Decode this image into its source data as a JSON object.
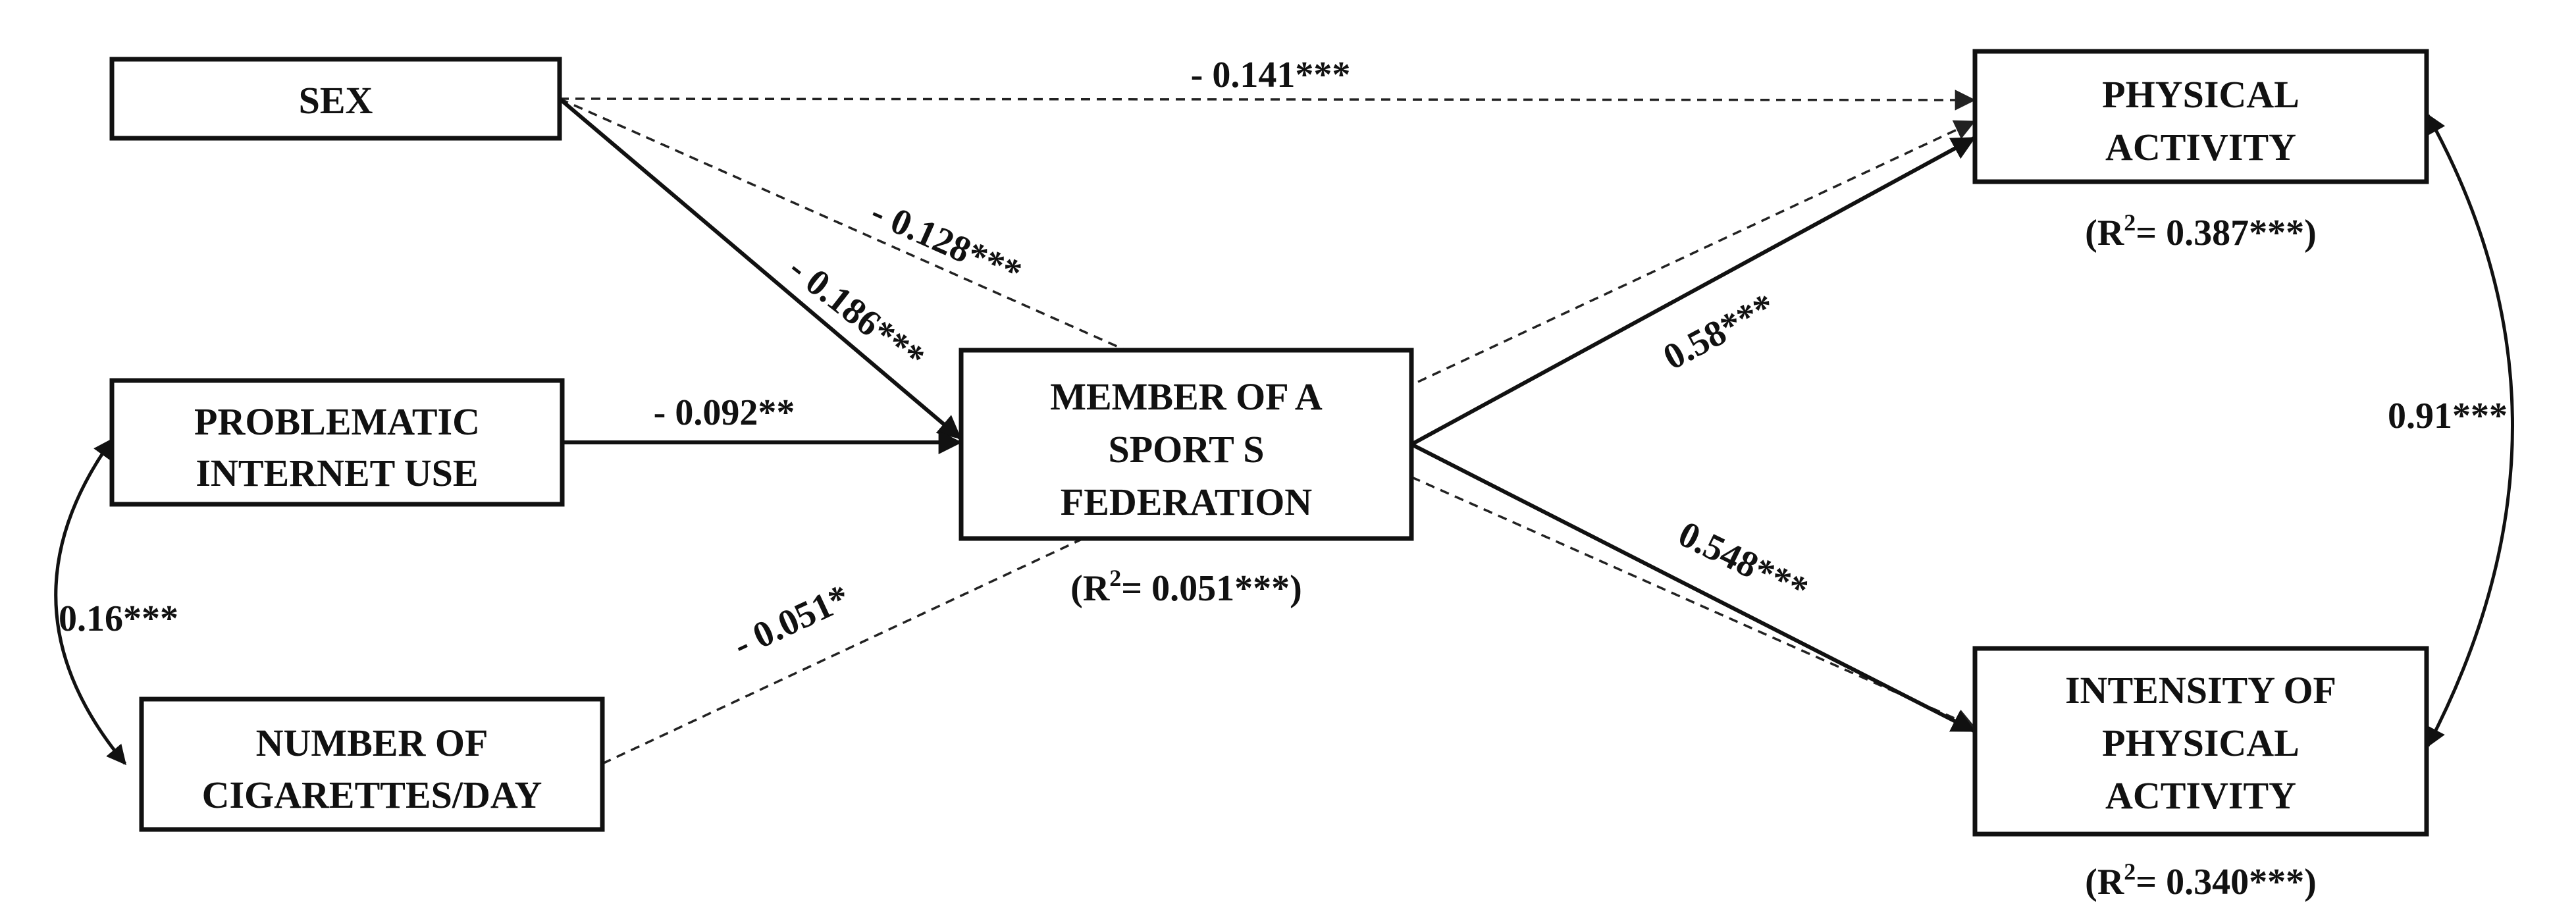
{
  "nodes": {
    "sex": {
      "lines": [
        "SEX"
      ]
    },
    "piu": {
      "lines": [
        "PROBLEMATIC",
        "INTERNET USE"
      ]
    },
    "cig": {
      "lines": [
        "NUMBER OF",
        "CIGARETTES/DAY"
      ]
    },
    "member": {
      "lines": [
        "MEMBER OF A",
        "SPORT S",
        "FEDERATION"
      ],
      "r2_prefix": "(R",
      "r2_sup": "2",
      "r2_value": "= 0.051***)"
    },
    "pa": {
      "lines": [
        "PHYSICAL",
        "ACTIVITY"
      ],
      "r2_prefix": "(R",
      "r2_sup": "2",
      "r2_value": "= 0.387***)"
    },
    "ipa": {
      "lines": [
        "INTENSITY OF",
        "PHYSICAL",
        "ACTIVITY"
      ],
      "r2_prefix": "(R",
      "r2_sup": "2",
      "r2_value": "= 0.340***)"
    }
  },
  "edges": {
    "sex_pa": {
      "label": "- 0.141***",
      "style": "dashed"
    },
    "sex_ipa": {
      "label": "- 0.128***",
      "style": "dashed"
    },
    "sex_member": {
      "label": "- 0.186***",
      "style": "solid"
    },
    "piu_member": {
      "label": "- 0.092**",
      "style": "solid"
    },
    "cig_pa": {
      "label": "- 0.051*",
      "style": "dashed"
    },
    "member_pa": {
      "label": "0.58***",
      "style": "solid"
    },
    "member_ipa": {
      "label": "0.548***",
      "style": "solid"
    },
    "pa_ipa": {
      "label": "0.91***",
      "style": "curved-double"
    },
    "piu_cig": {
      "label": "0.16***",
      "style": "curved-double"
    }
  },
  "colors": {
    "stroke": "#111111",
    "background": "#ffffff"
  }
}
